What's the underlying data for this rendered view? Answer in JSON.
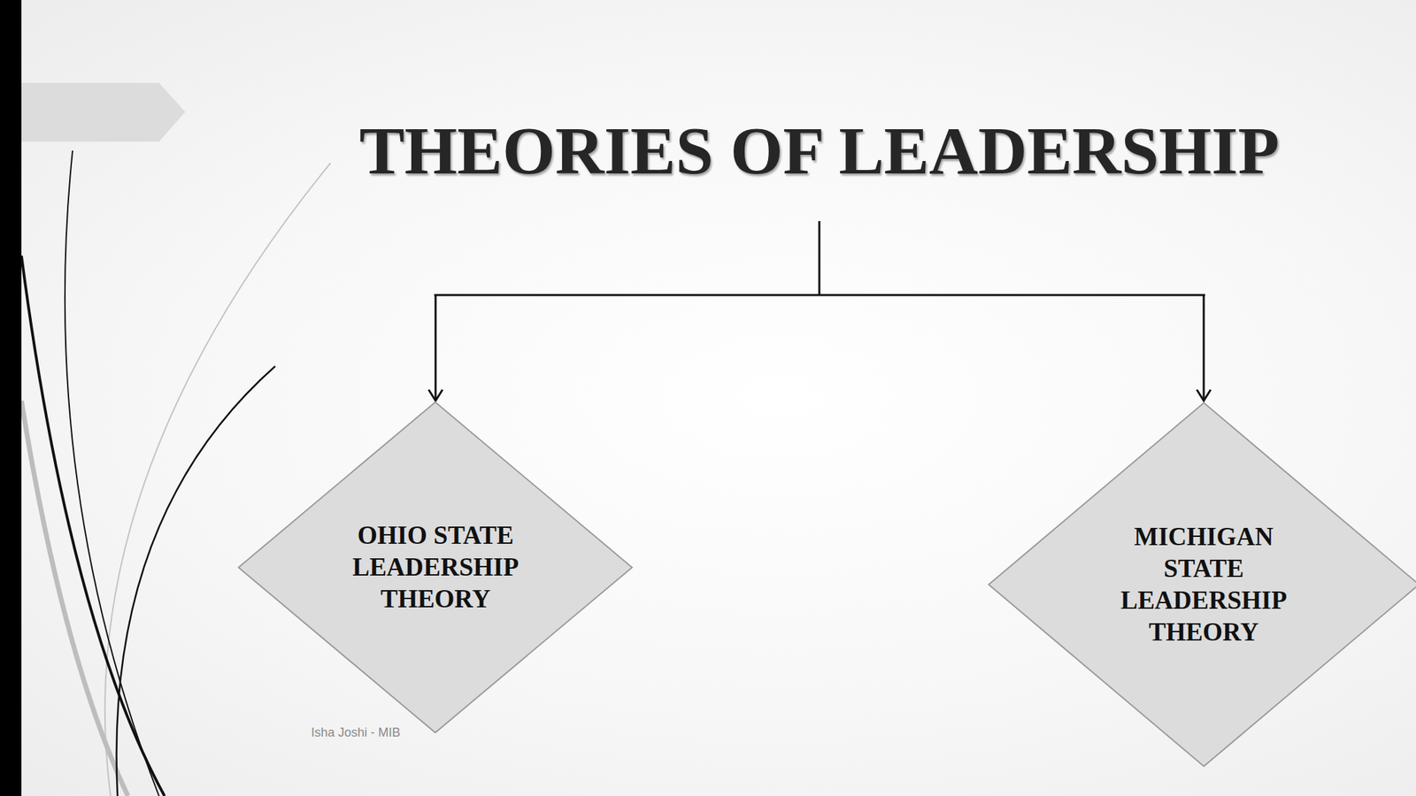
{
  "diagram": {
    "title": "THEORIES OF LEADERSHIP",
    "nodes": [
      {
        "text": [
          "OHIO STATE LEADERSHIP THEORY"
        ]
      },
      {
        "text": [
          "MICHIGAN STATE LEADERSHIP THEORY"
        ]
      }
    ],
    "labels": [
      "Isha Joshi - MIB"
    ]
  }
}
